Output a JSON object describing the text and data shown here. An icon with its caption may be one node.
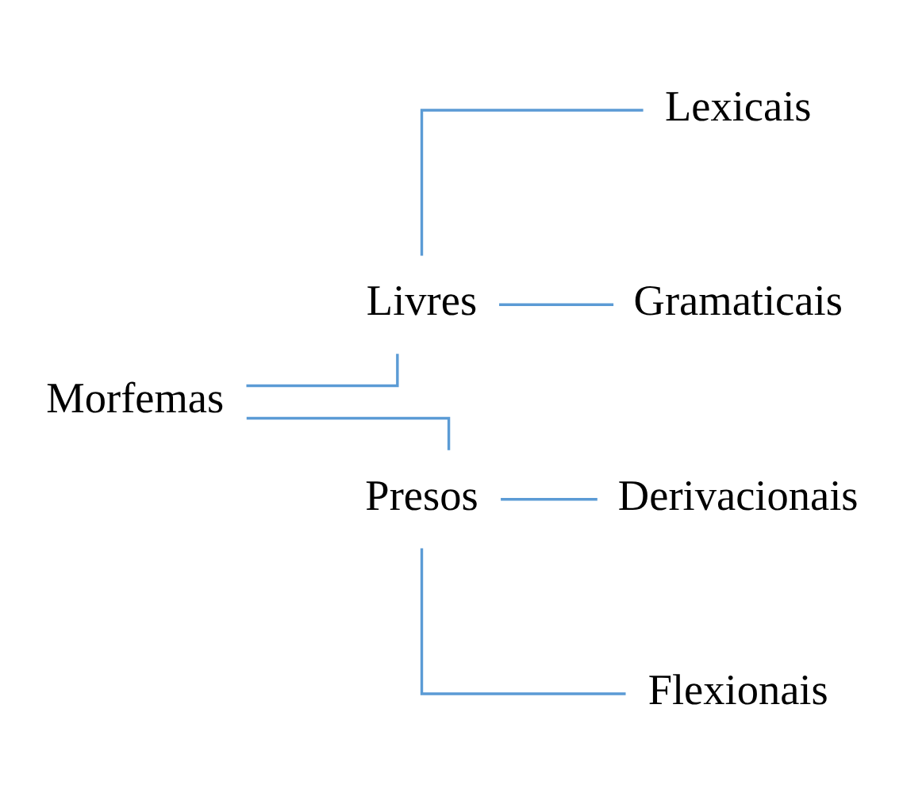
{
  "diagram": {
    "nodes": [
      {
        "text": [
          "Morfemas"
        ]
      },
      {
        "text": [
          "Livres"
        ]
      },
      {
        "text": [
          "Lexicais"
        ]
      },
      {
        "text": [
          "Gramaticais"
        ]
      },
      {
        "text": [
          "Presos"
        ]
      },
      {
        "text": [
          "Derivacionais"
        ]
      },
      {
        "text": [
          "Flexionais"
        ]
      }
    ],
    "edges": [
      {
        "from": 0,
        "to": 1,
        "arrow": "none"
      },
      {
        "from": 0,
        "to": 4,
        "arrow": "none"
      },
      {
        "from": 1,
        "to": 2,
        "arrow": "none"
      },
      {
        "from": 1,
        "to": 3,
        "arrow": "none"
      },
      {
        "from": 4,
        "to": 5,
        "arrow": "none"
      },
      {
        "from": 4,
        "to": 6,
        "arrow": "none"
      }
    ]
  }
}
